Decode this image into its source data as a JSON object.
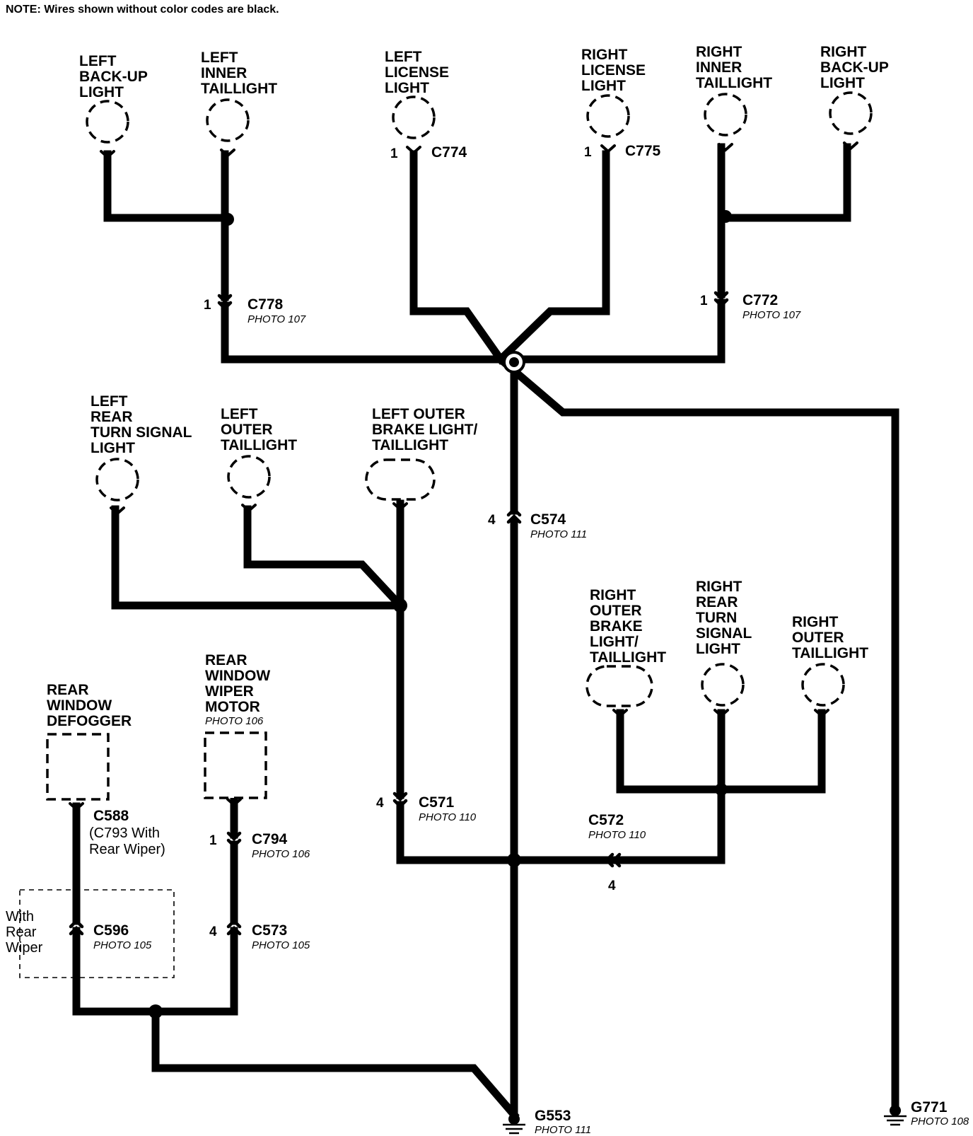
{
  "note": "NOTE: Wires shown without color codes are black.",
  "components": {
    "left_backup_light": [
      "LEFT",
      "BACK-UP",
      "LIGHT"
    ],
    "left_inner_taillight": [
      "LEFT",
      "INNER",
      "TAILLIGHT"
    ],
    "left_license_light": [
      "LEFT",
      "LICENSE",
      "LIGHT"
    ],
    "right_license_light": [
      "RIGHT",
      "LICENSE",
      "LIGHT"
    ],
    "right_inner_taillight": [
      "RIGHT",
      "INNER",
      "TAILLIGHT"
    ],
    "right_backup_light": [
      "RIGHT",
      "BACK-UP",
      "LIGHT"
    ],
    "left_rear_turn_signal_light": [
      "LEFT",
      "REAR",
      "TURN SIGNAL",
      "LIGHT"
    ],
    "left_outer_taillight": [
      "LEFT",
      "OUTER",
      "TAILLIGHT"
    ],
    "left_outer_brake_light": [
      "LEFT OUTER",
      "BRAKE LIGHT/",
      "TAILLIGHT"
    ],
    "right_outer_brake_light": [
      "RIGHT",
      "OUTER",
      "BRAKE",
      "LIGHT/",
      "TAILLIGHT"
    ],
    "right_rear_turn_signal_light": [
      "RIGHT",
      "REAR",
      "TURN",
      "SIGNAL",
      "LIGHT"
    ],
    "right_outer_taillight": [
      "RIGHT",
      "OUTER",
      "TAILLIGHT"
    ],
    "rear_window_defogger": [
      "REAR",
      "WINDOW",
      "DEFOGGER"
    ],
    "rear_window_wiper_motor": [
      "REAR",
      "WINDOW",
      "WIPER",
      "MOTOR"
    ],
    "rear_window_wiper_motor_photo": "PHOTO 106"
  },
  "connectors": {
    "c774": {
      "name": "C774",
      "pin": "1"
    },
    "c775": {
      "name": "C775",
      "pin": "1"
    },
    "c778": {
      "name": "C778",
      "pin": "1",
      "photo": "PHOTO 107"
    },
    "c772": {
      "name": "C772",
      "pin": "1",
      "photo": "PHOTO 107"
    },
    "c574": {
      "name": "C574",
      "pin": "4",
      "photo": "PHOTO 111"
    },
    "c571": {
      "name": "C571",
      "pin": "4",
      "photo": "PHOTO 110"
    },
    "c572": {
      "name": "C572",
      "pin": "4",
      "photo": "PHOTO 110"
    },
    "c588": {
      "name": "C588",
      "alt_line1": "(C793 With",
      "alt_line2": "Rear Wiper)"
    },
    "c794": {
      "name": "C794",
      "pin": "1",
      "photo": "PHOTO 106"
    },
    "c596": {
      "name": "C596",
      "photo": "PHOTO 105"
    },
    "c573": {
      "name": "C573",
      "pin": "4",
      "photo": "PHOTO 105"
    }
  },
  "option_box": {
    "lines": [
      "With",
      "Rear",
      "Wiper"
    ]
  },
  "grounds": {
    "g553": {
      "name": "G553",
      "photo": "PHOTO 111"
    },
    "g771": {
      "name": "G771",
      "photo": "PHOTO 108"
    }
  }
}
